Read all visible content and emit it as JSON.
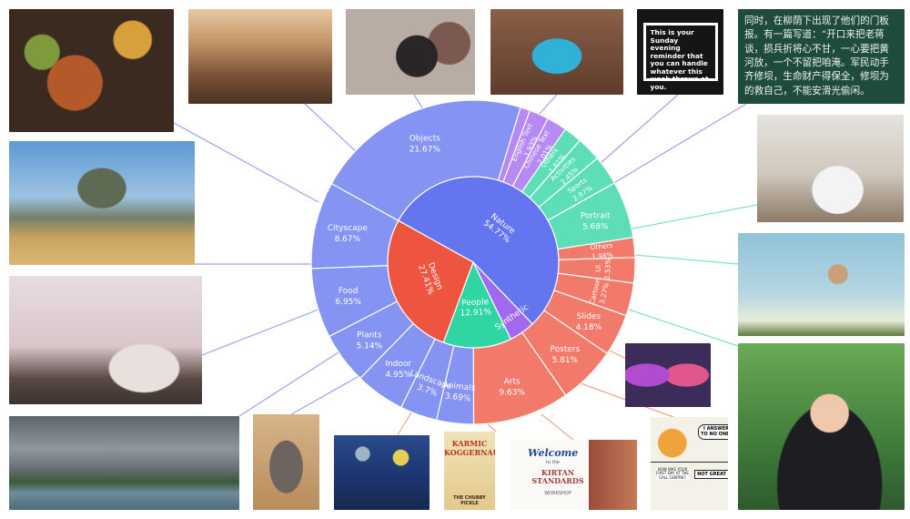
{
  "chart_data": {
    "type": "sunburst",
    "inner": [
      {
        "name": "Nature",
        "value": 54.77,
        "label": "54.77%",
        "color": "#6375ef"
      },
      {
        "name": "Synthetic",
        "value": 4.93,
        "label": "",
        "color": "#a169ee"
      },
      {
        "name": "People",
        "value": 12.91,
        "label": "12.91%",
        "color": "#2fd5a3"
      },
      {
        "name": "Design",
        "value": 27.41,
        "label": "27.41%",
        "color": "#ee5540"
      }
    ],
    "outer": [
      {
        "name": "Objects",
        "value": 21.67,
        "label": "21.67%",
        "parent": "Nature"
      },
      {
        "name": "",
        "value": 0.98,
        "label": "",
        "parent": "Synthetic"
      },
      {
        "name": "English Text",
        "value": 1.93,
        "label": "1.93%",
        "parent": "Synthetic"
      },
      {
        "name": "Chinese Text",
        "value": 2.01,
        "label": "2.01%",
        "parent": "Synthetic"
      },
      {
        "name": "Others",
        "value": 1.81,
        "label": "1.81%",
        "parent": "People"
      },
      {
        "name": "Activities",
        "value": 2.45,
        "label": "2.45%",
        "parent": "People"
      },
      {
        "name": "Sports",
        "value": 2.97,
        "label": "2.97%",
        "parent": "People"
      },
      {
        "name": "Portrait",
        "value": 5.68,
        "label": "5.68%",
        "parent": "People"
      },
      {
        "name": "Others",
        "value": 1.98,
        "label": "1.98%",
        "parent": "Design"
      },
      {
        "name": "UI",
        "value": 2.53,
        "label": "2.53%",
        "parent": "Design"
      },
      {
        "name": "Cartoon",
        "value": 3.27,
        "label": "3.27%",
        "parent": "Design"
      },
      {
        "name": "Slides",
        "value": 4.18,
        "label": "4.18%",
        "parent": "Design"
      },
      {
        "name": "Posters",
        "value": 5.81,
        "label": "5.81%",
        "parent": "Design"
      },
      {
        "name": "Arts",
        "value": 9.63,
        "label": "9.63%",
        "parent": "Design"
      },
      {
        "name": "Animals",
        "value": 3.69,
        "label": "3.69%",
        "parent": "Nature"
      },
      {
        "name": "Landscape",
        "value": 3.7,
        "label": "3.7%",
        "parent": "Nature"
      },
      {
        "name": "Indoor",
        "value": 4.95,
        "label": "4.95%",
        "parent": "Nature"
      },
      {
        "name": "Plants",
        "value": 5.14,
        "label": "5.14%",
        "parent": "Nature"
      },
      {
        "name": "Food",
        "value": 6.95,
        "label": "6.95%",
        "parent": "Nature"
      },
      {
        "name": "Cityscape",
        "value": 8.67,
        "label": "8.67%",
        "parent": "Nature"
      }
    ],
    "inner_start_category": "Nature",
    "outer_start_category": "Objects",
    "direction": "clockwise"
  },
  "thumbnails": {
    "quote_text": "This is your Sunday evening reminder that you can handle whatever this week throws at you.",
    "chinese_text": "同时，在柳荫下出现了他们的门板报。有一篇写道：“开口来把老蒋谈，损兵折将心不甘，一心要把黄河放，一个不留把咱淹。军民动手齐修坝，生命财产得保全，修坝为的救自己，不能安滑光偷闲。",
    "poster_title": "KARMIC KOGGERNAUT",
    "poster_footer": "THE CHUBBY PICKLE",
    "slide_welcome": "Welcome",
    "slide_to": "to the",
    "slide_title": "KIRTAN STANDARDS",
    "slide_sub": "WORKSHOP",
    "comic_bubble": "I ANSWER TO NO ONE!",
    "comic_caption": "HOW WAS YOUR FIRST DAY AT THE CALL CENTRE?",
    "comic_reply": "NOT GREAT"
  }
}
